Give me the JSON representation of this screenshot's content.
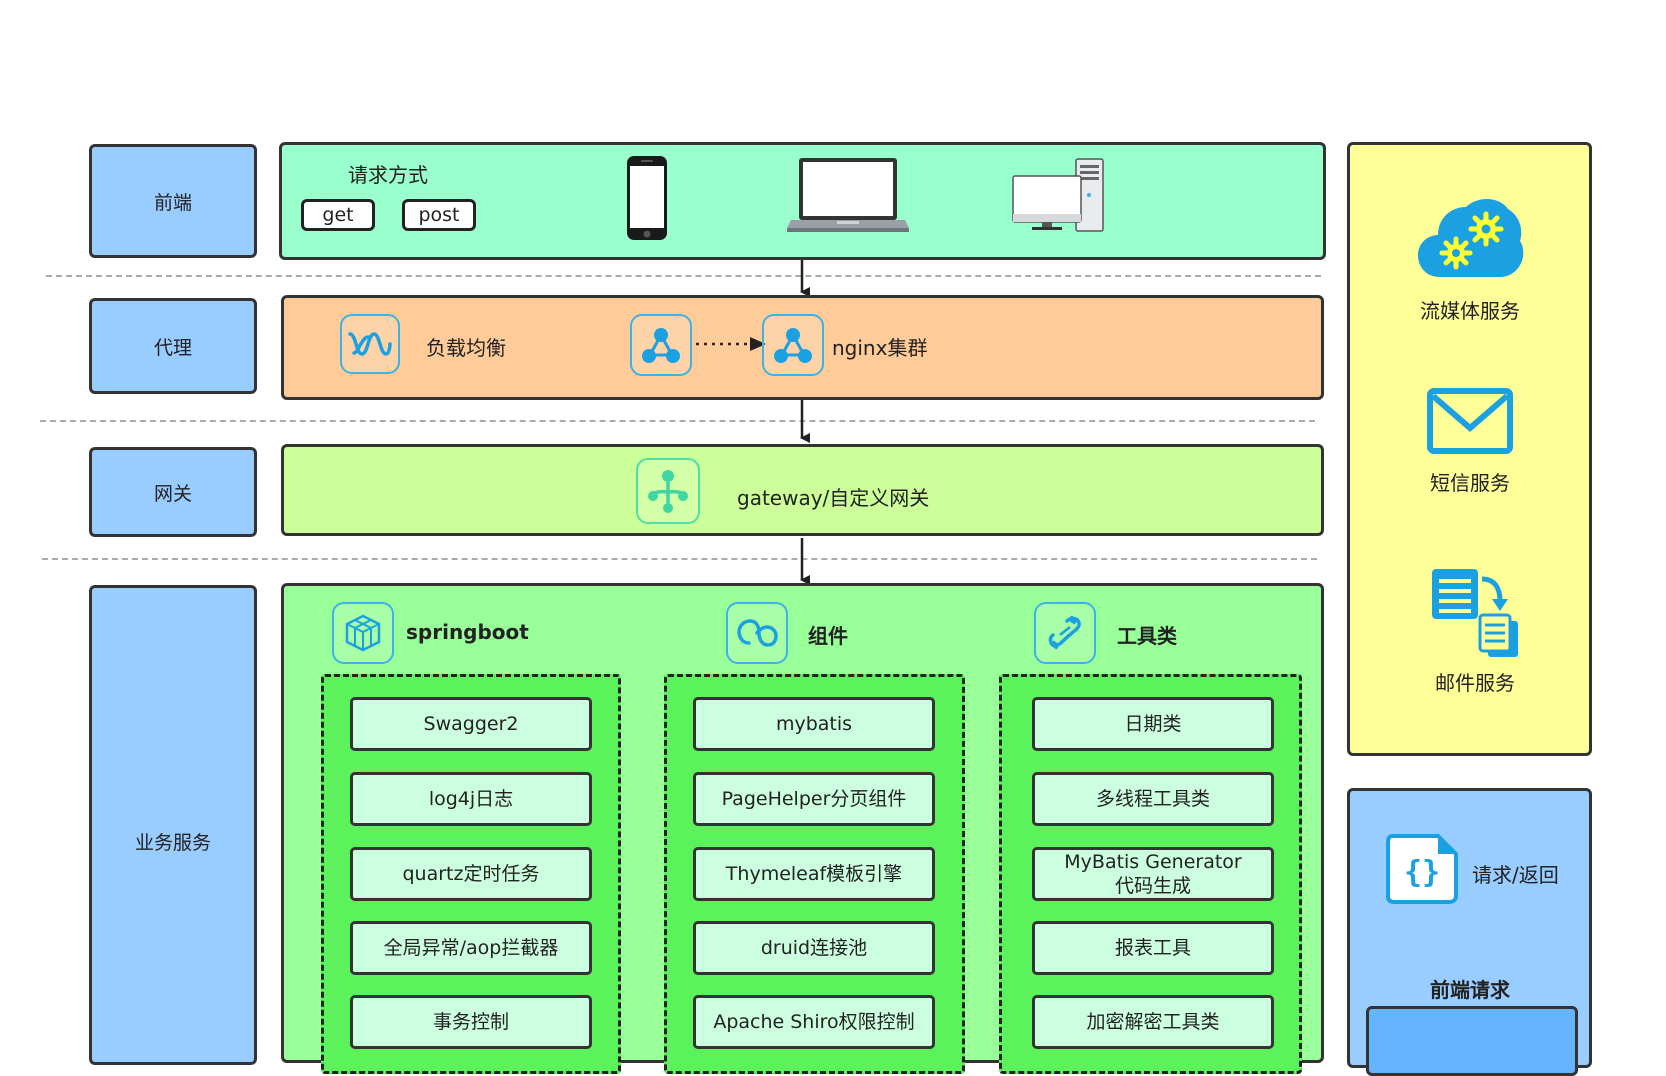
{
  "layers": {
    "frontend": "前端",
    "proxy": "代理",
    "gateway": "网关",
    "business": "业务服务"
  },
  "frontend_band": {
    "request_method": "请求方式",
    "methods": [
      "get",
      "post"
    ]
  },
  "proxy_band": {
    "load_balance": "负载均衡",
    "nginx": "nginx集群"
  },
  "gateway_band": {
    "label": "gateway/自定义网关"
  },
  "business_band": {
    "columns": [
      {
        "title": "springboot",
        "items": [
          "Swagger2",
          "log4j日志",
          "quartz定时任务",
          "全局异常/aop拦截器",
          "事务控制"
        ]
      },
      {
        "title": "组件",
        "items": [
          "mybatis",
          "PageHelper分页组件",
          "Thymeleaf模板引擎",
          "druid连接池",
          "Apache Shiro权限控制"
        ]
      },
      {
        "title": "工具类",
        "items": [
          "日期类",
          "多线程工具类",
          "MyBatis Generator代码生成",
          "报表工具",
          "加密解密工具类"
        ]
      }
    ]
  },
  "side_services": {
    "streaming": "流媒体服务",
    "sms": "短信服务",
    "mail": "邮件服务"
  },
  "side_request": {
    "label": "请求/返回",
    "title": "前端请求"
  },
  "colors": {
    "frontend": "#99ffcc",
    "proxy": "#ffcc99",
    "gateway": "#ccff99",
    "business": "#99ff99",
    "column": "#5cf25c",
    "services": "#ffff99",
    "request": "#99ccff",
    "icon": "#1ba1e2"
  }
}
